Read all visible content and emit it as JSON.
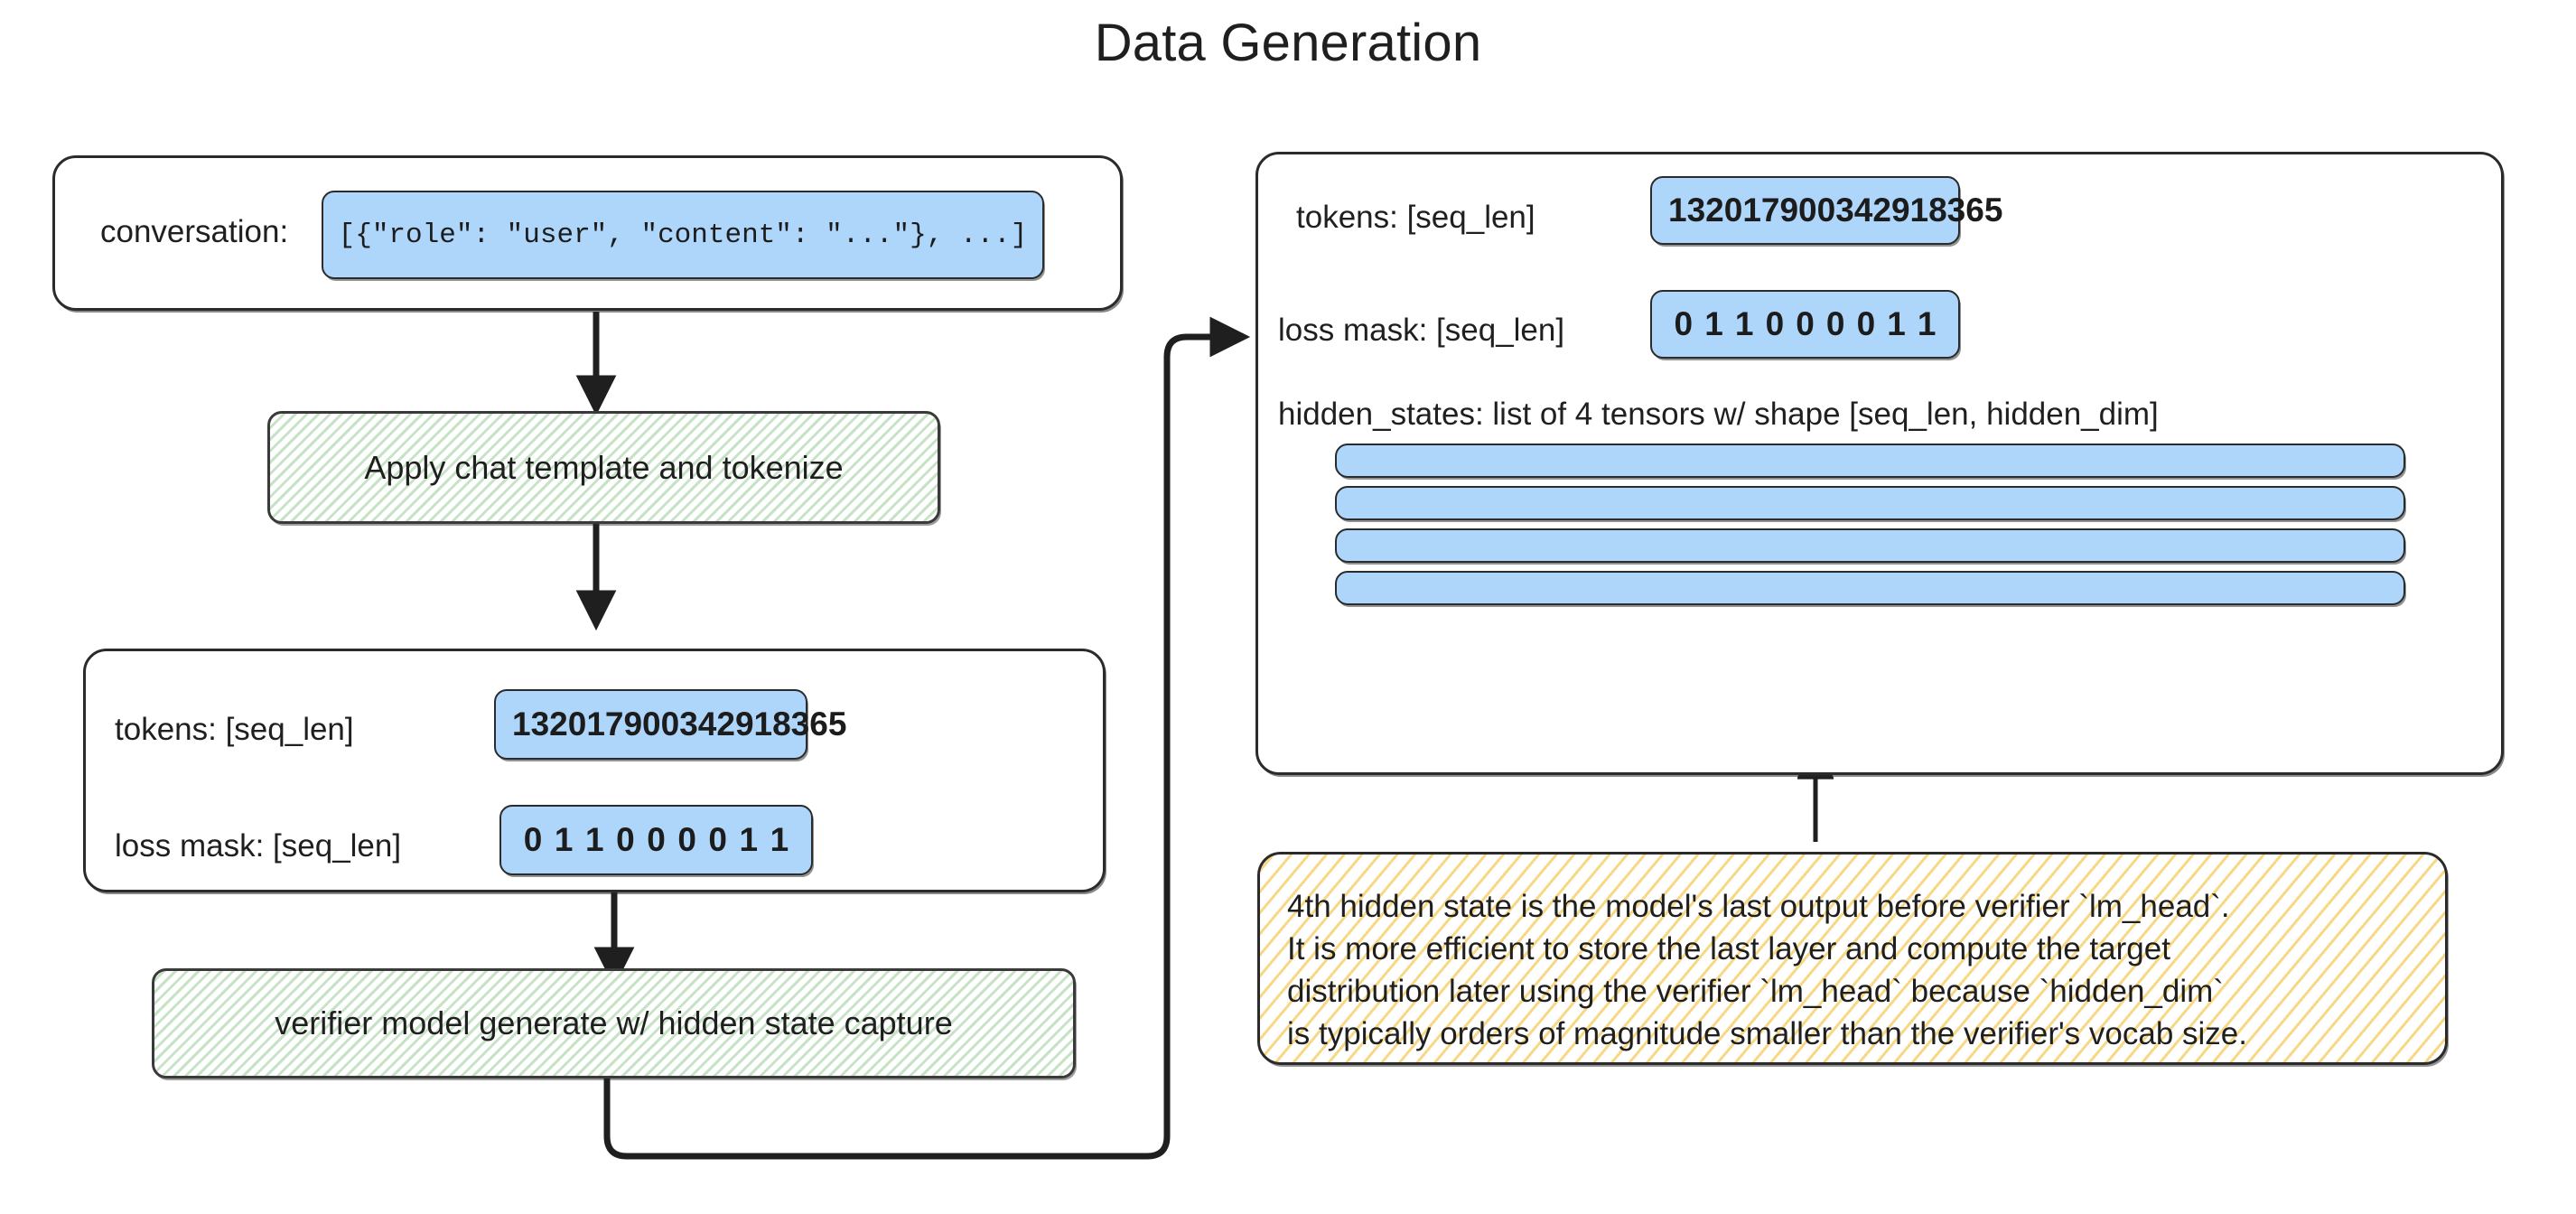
{
  "title": "Data Generation",
  "left_column": {
    "conversation_panel": {
      "label": "conversation:",
      "value": "[{\"role\": \"user\", \"content\": \"...\"}, ...]"
    },
    "step_1": {
      "label": "Apply chat template and tokenize"
    },
    "tokens_panel": {
      "tokens_label": "tokens: [seq_len]",
      "tokens_values": [
        "13",
        "20",
        "17",
        "90",
        "03",
        "42",
        "91",
        "83",
        "65"
      ],
      "loss_mask_label": "loss mask: [seq_len]",
      "loss_mask_values": [
        "0",
        "1",
        "1",
        "0",
        "0",
        "0",
        "0",
        "1",
        "1"
      ]
    },
    "step_2": {
      "label": "verifier model generate w/ hidden state capture"
    }
  },
  "right_column": {
    "output_panel": {
      "tokens_label": "tokens: [seq_len]",
      "tokens_values": [
        "13",
        "20",
        "17",
        "90",
        "03",
        "42",
        "91",
        "83",
        "65"
      ],
      "loss_mask_label": "loss mask: [seq_len]",
      "loss_mask_values": [
        "0",
        "1",
        "1",
        "0",
        "0",
        "0",
        "0",
        "1",
        "1"
      ],
      "hidden_states_label": "hidden_states: list of 4 tensors w/ shape [seq_len, hidden_dim]",
      "hidden_state_count": 4
    },
    "note": {
      "lines": [
        "4th hidden state is the model's last output before verifier `lm_head`.",
        "It is more efficient to store the last layer and compute the target",
        "distribution later using the verifier `lm_head` because `hidden_dim`",
        "is typically orders of magnitude smaller than the verifier's vocab size."
      ]
    }
  },
  "colors": {
    "chip_blue": "#aed6fb",
    "process_green": "#98cc98",
    "note_yellow": "#f5cb5c",
    "stroke": "#2b2b2b",
    "text": "#1f1f1f"
  }
}
